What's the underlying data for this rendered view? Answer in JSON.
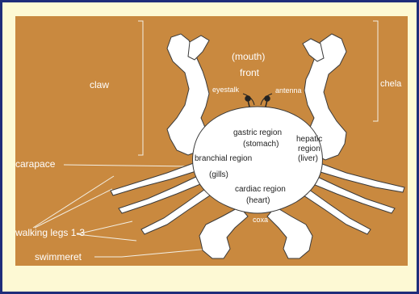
{
  "background_color": "#c9893f",
  "frame_color": "#1f2d7a",
  "labels": {
    "mouth": "(mouth)",
    "front": "front",
    "claw": "claw",
    "chela": "chela",
    "eyestalk": "eyestalk",
    "antenna": "antenna",
    "gastric_region": "gastric region",
    "stomach": "(stomach)",
    "hepatic_region": "hepatic",
    "region_word": "region",
    "liver": "(liver)",
    "branchial_region": "branchial region",
    "gills": "(gills)",
    "carapace": "carapace",
    "cardiac_region": "cardiac region",
    "heart": "(heart)",
    "coxa": "coxa",
    "walking_legs": "walking legs 1-3",
    "swimmeret": "swimmeret"
  }
}
